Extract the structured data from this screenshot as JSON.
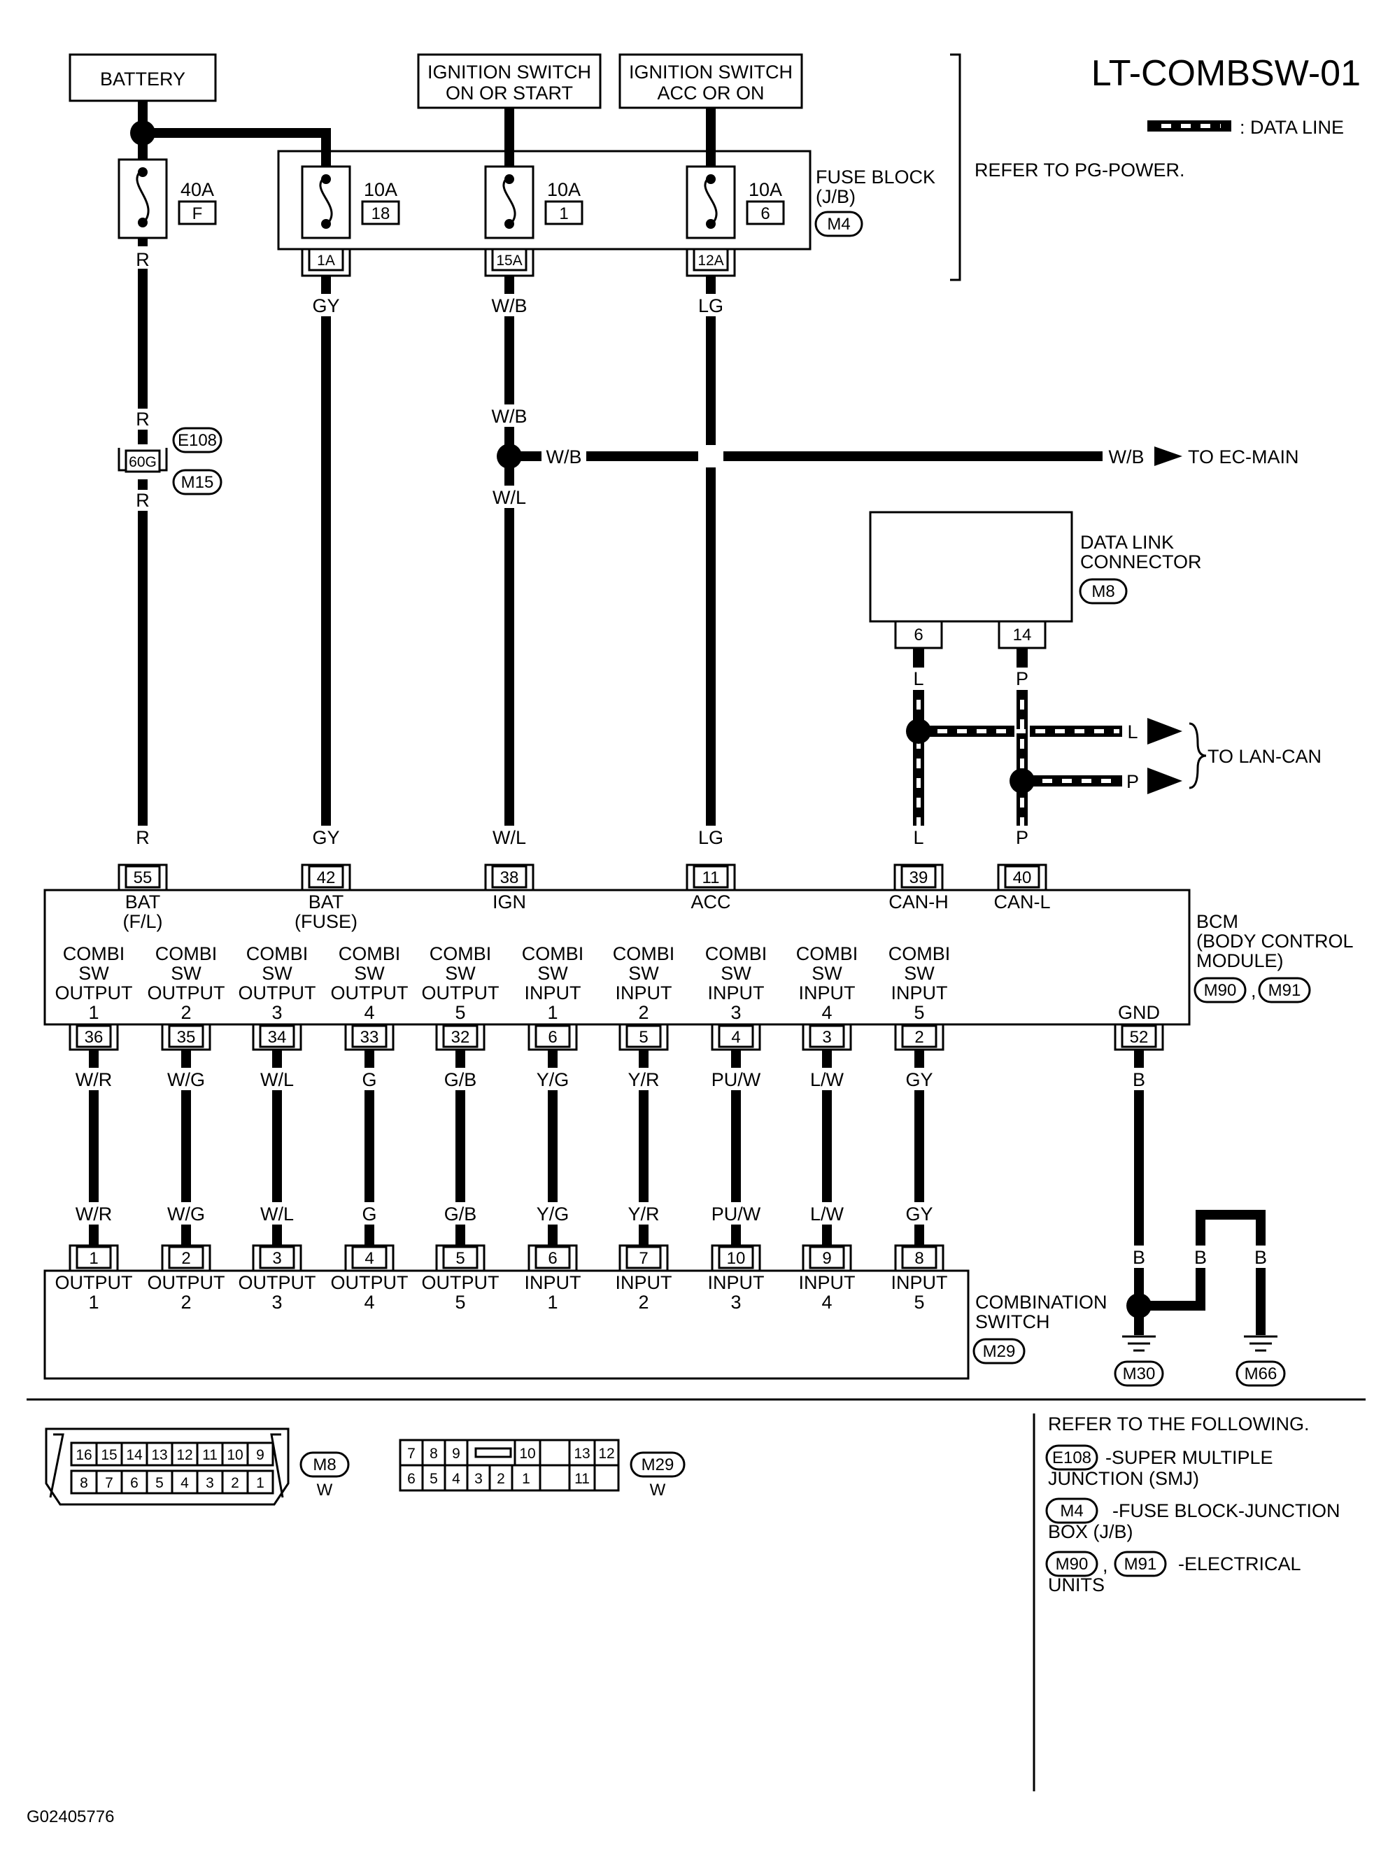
{
  "title": "LT-COMBSW-01",
  "figure_id": "G02405776",
  "legend": {
    "data_line": ": DATA LINE"
  },
  "power_sources": {
    "battery": "BATTERY",
    "ign_on_start": [
      "IGNITION SWITCH",
      "ON OR START"
    ],
    "ign_acc_on": [
      "IGNITION SWITCH",
      "ACC OR ON"
    ],
    "refer_pg": "REFER TO PG-POWER."
  },
  "fuses": [
    {
      "amp": "40A",
      "id": "F"
    },
    {
      "amp": "10A",
      "id": "18"
    },
    {
      "amp": "10A",
      "id": "1"
    },
    {
      "amp": "10A",
      "id": "6"
    }
  ],
  "fuse_block": {
    "label": [
      "FUSE BLOCK",
      "(J/B)"
    ],
    "connector": "M4",
    "terms": [
      "1A",
      "15A",
      "12A"
    ]
  },
  "wire_colors": {
    "battery": "R",
    "fuse18": "GY",
    "fuse1": "W/B",
    "fuse1_lower": "W/L",
    "fuse6": "LG",
    "can_h": "L",
    "can_l": "P",
    "gnd": "B"
  },
  "smj": {
    "term": "60G",
    "connectors": [
      "E108",
      "M15"
    ]
  },
  "ec_main": {
    "wire": "W/B",
    "label": "TO EC-MAIN"
  },
  "dlc": {
    "label": [
      "DATA LINK",
      "CONNECTOR"
    ],
    "connector": "M8",
    "pins": [
      "6",
      "14"
    ]
  },
  "lan_can": "TO LAN-CAN",
  "bcm": {
    "label": [
      "BCM",
      "(BODY CONTROL",
      "MODULE)"
    ],
    "connectors": [
      "M90",
      "M91"
    ],
    "sep": ",",
    "top_pins": [
      {
        "pin": "55",
        "name": [
          "BAT",
          "(F/L)"
        ],
        "wire": "R"
      },
      {
        "pin": "42",
        "name": [
          "BAT",
          "(FUSE)"
        ],
        "wire": "GY"
      },
      {
        "pin": "38",
        "name": [
          "IGN"
        ],
        "wire": "W/L"
      },
      {
        "pin": "11",
        "name": [
          "ACC"
        ],
        "wire": "LG"
      },
      {
        "pin": "39",
        "name": [
          "CAN-H"
        ],
        "wire": "L"
      },
      {
        "pin": "40",
        "name": [
          "CAN-L"
        ],
        "wire": "P"
      }
    ],
    "bottom_pins": [
      {
        "pin": "36",
        "name": [
          "COMBI",
          "SW",
          "OUTPUT",
          "1"
        ],
        "wire": "W/R"
      },
      {
        "pin": "35",
        "name": [
          "COMBI",
          "SW",
          "OUTPUT",
          "2"
        ],
        "wire": "W/G"
      },
      {
        "pin": "34",
        "name": [
          "COMBI",
          "SW",
          "OUTPUT",
          "3"
        ],
        "wire": "W/L"
      },
      {
        "pin": "33",
        "name": [
          "COMBI",
          "SW",
          "OUTPUT",
          "4"
        ],
        "wire": "G"
      },
      {
        "pin": "32",
        "name": [
          "COMBI",
          "SW",
          "OUTPUT",
          "5"
        ],
        "wire": "G/B"
      },
      {
        "pin": "6",
        "name": [
          "COMBI",
          "SW",
          "INPUT",
          "1"
        ],
        "wire": "Y/G"
      },
      {
        "pin": "5",
        "name": [
          "COMBI",
          "SW",
          "INPUT",
          "2"
        ],
        "wire": "Y/R"
      },
      {
        "pin": "4",
        "name": [
          "COMBI",
          "SW",
          "INPUT",
          "3"
        ],
        "wire": "PU/W"
      },
      {
        "pin": "3",
        "name": [
          "COMBI",
          "SW",
          "INPUT",
          "4"
        ],
        "wire": "L/W"
      },
      {
        "pin": "2",
        "name": [
          "COMBI",
          "SW",
          "INPUT",
          "5"
        ],
        "wire": "GY"
      }
    ],
    "gnd": {
      "pin": "52",
      "name": "GND",
      "wire": "B"
    }
  },
  "combi_switch": {
    "label": [
      "COMBINATION",
      "SWITCH"
    ],
    "connector": "M29",
    "pins": [
      {
        "pin": "1",
        "name": [
          "OUTPUT",
          "1"
        ]
      },
      {
        "pin": "2",
        "name": [
          "OUTPUT",
          "2"
        ]
      },
      {
        "pin": "3",
        "name": [
          "OUTPUT",
          "3"
        ]
      },
      {
        "pin": "4",
        "name": [
          "OUTPUT",
          "4"
        ]
      },
      {
        "pin": "5",
        "name": [
          "OUTPUT",
          "5"
        ]
      },
      {
        "pin": "6",
        "name": [
          "INPUT",
          "1"
        ]
      },
      {
        "pin": "7",
        "name": [
          "INPUT",
          "2"
        ]
      },
      {
        "pin": "10",
        "name": [
          "INPUT",
          "3"
        ]
      },
      {
        "pin": "9",
        "name": [
          "INPUT",
          "4"
        ]
      },
      {
        "pin": "8",
        "name": [
          "INPUT",
          "5"
        ]
      }
    ]
  },
  "grounds": [
    "M30",
    "M66"
  ],
  "connector_views": {
    "m8": {
      "top": [
        "16",
        "15",
        "14",
        "13",
        "12",
        "11",
        "10",
        "9"
      ],
      "bottom": [
        "8",
        "7",
        "6",
        "5",
        "4",
        "3",
        "2",
        "1"
      ],
      "id": "M8",
      "color": "W"
    },
    "m29": {
      "top": [
        "7",
        "8",
        "9",
        "",
        "10",
        "",
        "13",
        "12"
      ],
      "bottom": [
        "6",
        "5",
        "4",
        "3",
        "2",
        "1",
        "",
        "11",
        ""
      ],
      "id": "M29",
      "color": "W"
    }
  },
  "references": {
    "heading": "REFER TO THE FOLLOWING.",
    "items": [
      {
        "codes": [
          "E108"
        ],
        "text": [
          "-SUPER MULTIPLE",
          "JUNCTION (SMJ)"
        ]
      },
      {
        "codes": [
          "M4"
        ],
        "text": [
          "-FUSE BLOCK-JUNCTION",
          "BOX (J/B)"
        ]
      },
      {
        "codes": [
          "M90",
          "M91"
        ],
        "text": [
          "-ELECTRICAL",
          "UNITS"
        ]
      }
    ]
  }
}
